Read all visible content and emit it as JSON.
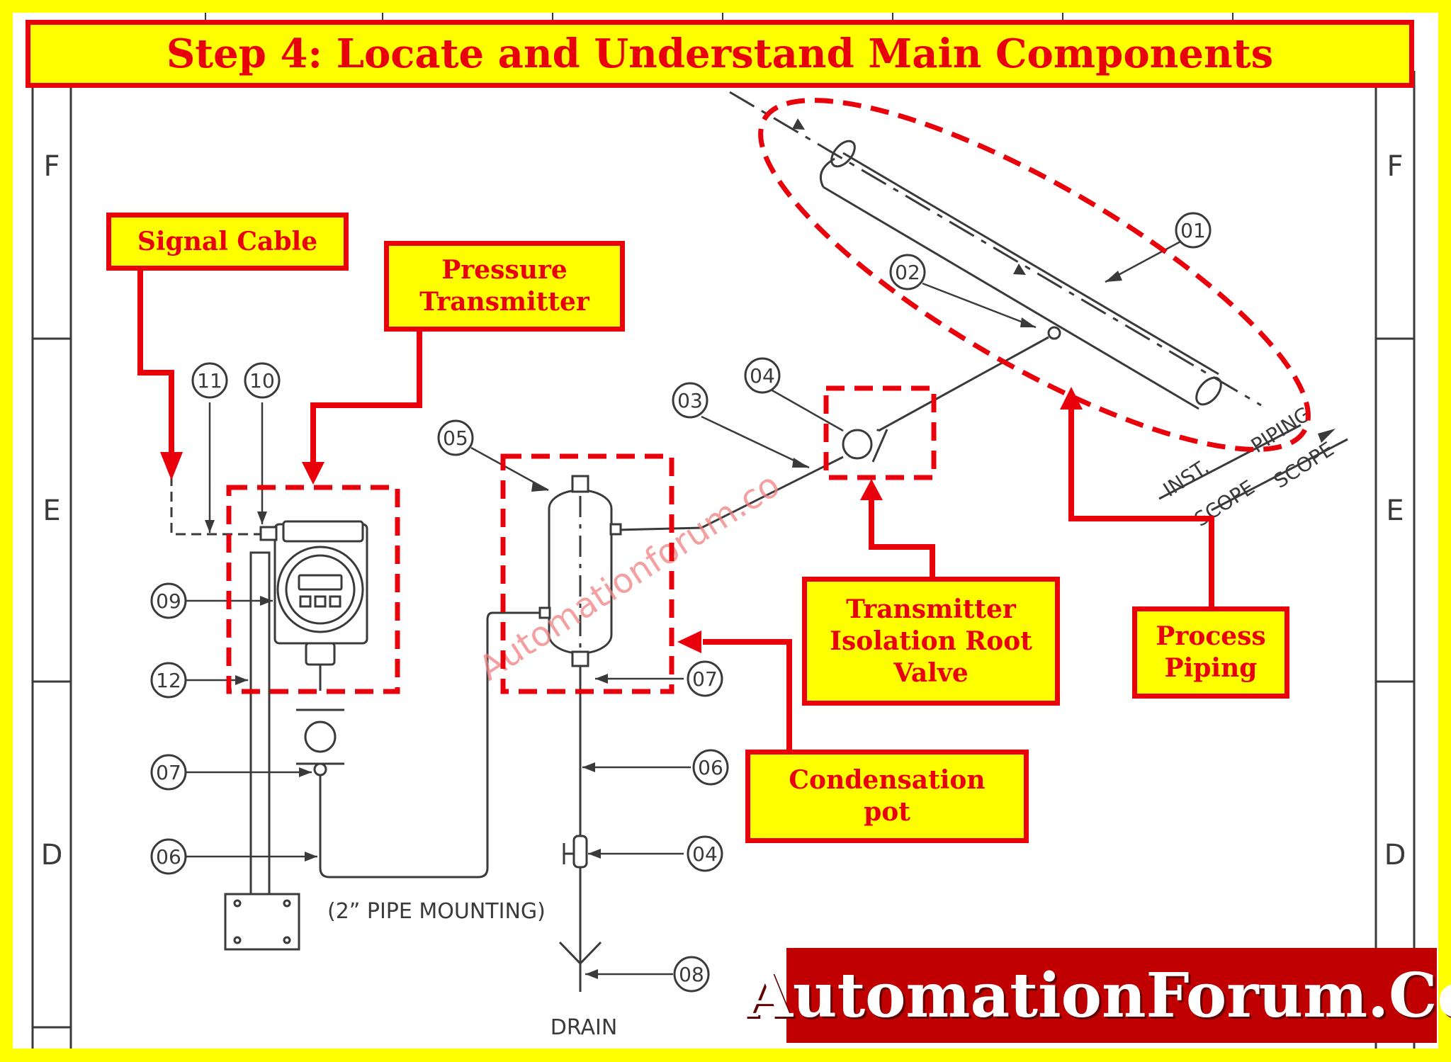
{
  "title": "Step 4: Locate and Understand Main Components",
  "brand": "AutomationForum.Co",
  "watermark": "Automationforum.co",
  "colors": {
    "highlight": "#e8000b",
    "background": "#ffff00",
    "banner": "#c00000",
    "drawing_line": "#3a3a3a"
  },
  "grid_zones": [
    "F",
    "E",
    "D"
  ],
  "callouts": {
    "signal_cable": "Signal Cable",
    "pressure_transmitter": "Pressure\nTransmitter",
    "isolation_valve": "Transmitter\nIsolation Root\nValve",
    "process_piping": "Process\nPiping",
    "condensation_pot": "Condensation\npot"
  },
  "item_numbers": {
    "n01": "01",
    "n02": "02",
    "n03": "03",
    "n04a": "04",
    "n05": "05",
    "n07a": "07",
    "n06a": "06",
    "n04b": "04",
    "n08": "08",
    "n11": "11",
    "n10": "10",
    "n09": "09",
    "n12": "12",
    "n07b": "07",
    "n06b": "06"
  },
  "drawing_labels": {
    "pipe_mounting": "(2” PIPE MOUNTING)",
    "drain": "DRAIN",
    "inst": "INST.",
    "inst_scope": "SCOPE",
    "piping": "PIPING",
    "piping_scope": "SCOPE"
  }
}
